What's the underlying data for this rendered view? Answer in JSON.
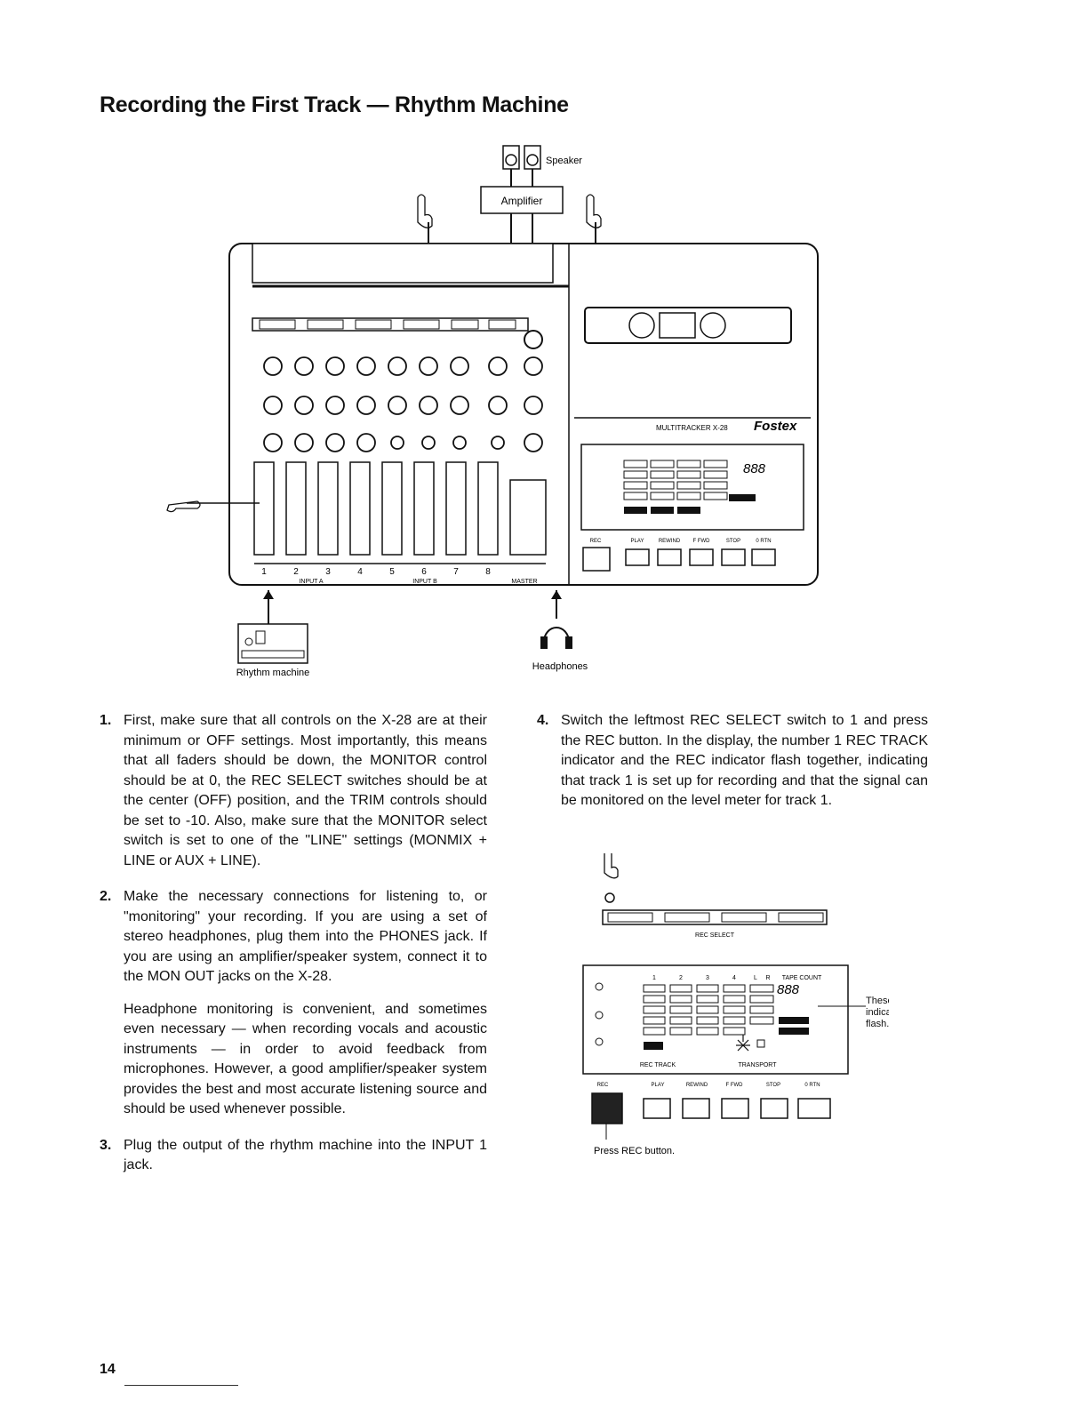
{
  "page": {
    "title": "Recording the First Track — Rhythm Machine",
    "page_number": "14"
  },
  "diagram": {
    "speaker_label": "Speaker",
    "amplifier_label": "Amplifier",
    "rhythm_machine_label": "Rhythm machine",
    "headphones_label": "Headphones",
    "brand": "Fostex",
    "model": "MULTITRACKER X-28",
    "tape_count_display": "888",
    "input_a_label": "INPUT A",
    "input_b_label": "INPUT B",
    "master_label": "MASTER",
    "fader_numbers": [
      "1",
      "2",
      "3",
      "4",
      "5",
      "6",
      "7",
      "8"
    ],
    "transport_labels": [
      "REC",
      "PLAY",
      "REWIND",
      "F FWD",
      "STOP",
      "0 RTN"
    ]
  },
  "detail": {
    "rec_select_label": "REC SELECT",
    "meter_numbers": [
      "1",
      "2",
      "3",
      "4",
      "L",
      "R"
    ],
    "tape_count_label": "TAPE COUNT",
    "rec_track_label": "REC TRACK",
    "transport_label": "TRANSPORT",
    "indicators_note": "These indicators flash.",
    "press_rec_note": "Press REC button."
  },
  "steps": [
    {
      "number": "1.",
      "paragraphs": [
        "First, make sure that all controls on the X-28 are at their minimum or OFF settings. Most importantly, this means that all faders should be down, the MONITOR control should be at 0, the REC SELECT switches should be at the center (OFF) position, and the TRIM controls should be set to -10. Also, make sure that the MONITOR select switch is set to one of the \"LINE\" settings (MONMIX + LINE or AUX + LINE)."
      ]
    },
    {
      "number": "2.",
      "paragraphs": [
        "Make the necessary connections for listening to, or \"monitoring\" your recording. If you are using a set of stereo headphones, plug them into the PHONES jack. If you are using an amplifier/speaker system, connect it to the MON OUT jacks on the X-28.",
        "Headphone monitoring is convenient, and sometimes even necessary — when recording vocals and acoustic instruments — in order to avoid feedback from microphones. However, a good amplifier/speaker system provides the best and most accurate listening source and should be used whenever possible."
      ]
    },
    {
      "number": "3.",
      "paragraphs": [
        "Plug the output of the rhythm machine into the INPUT 1 jack."
      ]
    },
    {
      "number": "4.",
      "paragraphs": [
        "Switch the leftmost REC SELECT switch to 1 and press the REC button. In the display, the number 1 REC TRACK indicator and the REC indicator flash together, indicating that track 1 is set up for recording and that the signal can be monitored on the level meter for track 1."
      ]
    }
  ]
}
